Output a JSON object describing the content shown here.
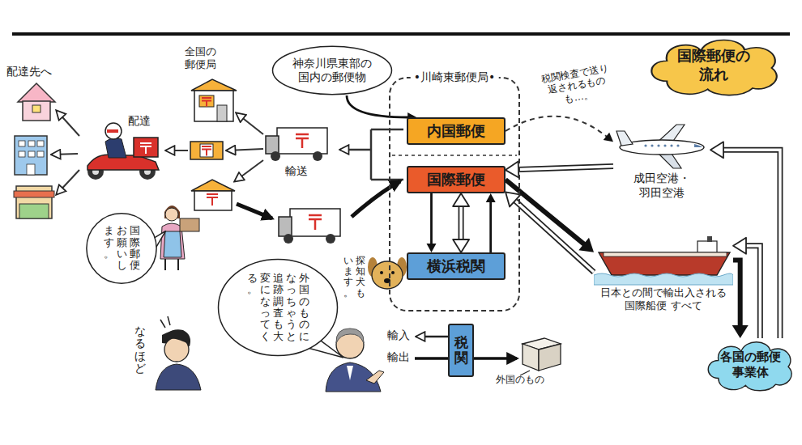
{
  "diagram": {
    "title": "国際郵便の流れ",
    "nodes": [
      {
        "text": [
          "•川崎東郵便局•"
        ]
      },
      {
        "text": [
          "内国郵便"
        ],
        "in": 0
      },
      {
        "text": [
          "国際郵便"
        ],
        "in": 0
      },
      {
        "text": [
          "横浜税関"
        ],
        "in": 0
      },
      {
        "text": [
          "神奈川県東部の国内の郵便物"
        ]
      },
      {
        "text": [
          "成田空港・羽田空港"
        ]
      },
      {
        "text": [
          "日本との間で輸出入される 国際船便 すべて"
        ]
      },
      {
        "text": [
          "各国の郵便事業体"
        ]
      },
      {
        "text": [
          "税関"
        ]
      },
      {
        "text": [
          "国際郵便お願いします。"
        ]
      },
      {
        "text": [
          "外国のものになっちゃうと追跡調査も大変になってくる。"
        ]
      }
    ],
    "edges": [
      {
        "from": 4,
        "to": 1,
        "arrow": "to"
      },
      {
        "from": 2,
        "to": 3,
        "arrow": "to"
      },
      {
        "from": 3,
        "to": 2,
        "arrow": "to"
      },
      {
        "from": 2,
        "to": 3,
        "arrow": "both"
      },
      {
        "from": 2,
        "to": 6,
        "arrow": "to"
      },
      {
        "from": 6,
        "to": 2,
        "arrow": "to"
      },
      {
        "from": 5,
        "to": 2,
        "arrow": "to"
      },
      {
        "from": 1,
        "to": 5,
        "arrow": "to",
        "label": "税関検査で送り返されるものも…。"
      },
      {
        "from": 6,
        "to": 7,
        "arrow": "to"
      },
      {
        "from": 7,
        "to": 5,
        "arrow": "to"
      },
      {
        "from": 7,
        "to": 6,
        "arrow": "to"
      }
    ],
    "labels": [
      "配達先へ",
      "全国の郵便局",
      "配達",
      "輸送",
      "探知犬もいます。",
      "なるほど",
      "輸入",
      "輸出",
      "外国のもの"
    ]
  }
}
